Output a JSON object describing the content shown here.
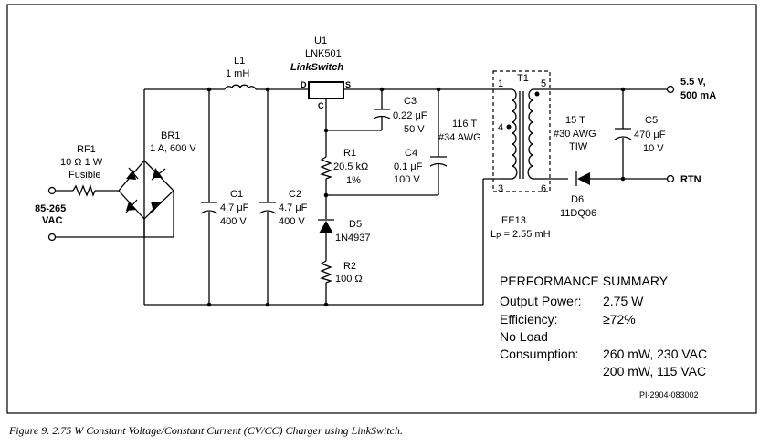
{
  "components": {
    "u1": {
      "ref": "U1",
      "part": "LNK501",
      "name": "LinkSwitch",
      "pin_d": "D",
      "pin_s": "S",
      "pin_c": "C"
    },
    "l1": {
      "ref": "L1",
      "value": "1 mH"
    },
    "rf1": {
      "ref": "RF1",
      "value": "10 Ω 1 W",
      "note": "Fusible"
    },
    "br1": {
      "ref": "BR1",
      "value": "1 A, 600 V"
    },
    "c1": {
      "ref": "C1",
      "value1": "4.7 μF",
      "value2": "400 V"
    },
    "c2": {
      "ref": "C2",
      "value1": "4.7 μF",
      "value2": "400 V"
    },
    "c3": {
      "ref": "C3",
      "value1": "0.22 μF",
      "value2": "50 V"
    },
    "c4": {
      "ref": "C4",
      "value1": "0.1 μF",
      "value2": "100 V"
    },
    "c5": {
      "ref": "C5",
      "value1": "470 μF",
      "value2": "10 V"
    },
    "r1": {
      "ref": "R1",
      "value1": "20.5 kΩ",
      "value2": "1%"
    },
    "r2": {
      "ref": "R2",
      "value": "100 Ω"
    },
    "d5": {
      "ref": "D5",
      "part": "1N4937"
    },
    "d6": {
      "ref": "D6",
      "part": "11DQ06"
    },
    "t1": {
      "ref": "T1",
      "core": "EE13",
      "lp": "L",
      "lp_sub": "P",
      "lp_value": " = 2.55 mH",
      "pri_turns": "116 T",
      "pri_wire": "#34 AWG",
      "sec_turns": "15 T",
      "sec_wire": "#30 AWG",
      "sec_type": "TIW",
      "pins": [
        "1",
        "4",
        "3",
        "5",
        "6"
      ]
    }
  },
  "io": {
    "input_label1": "85-265",
    "input_label2": "VAC",
    "output_label1": "5.5 V,",
    "output_label2": "500 mA",
    "return_label": "RTN"
  },
  "performance": {
    "title": "PERFORMANCE SUMMARY",
    "rows": [
      {
        "label": "Output Power:",
        "value": "2.75 W"
      },
      {
        "label": "Efficiency:",
        "value": "≥72%"
      },
      {
        "label": "No Load",
        "value": ""
      },
      {
        "label": "Consumption:",
        "value": "260 mW, 230 VAC"
      },
      {
        "label": "",
        "value": "200 mW, 115 VAC"
      }
    ]
  },
  "drawing_id": "PI-2904-083002",
  "caption": "Figure 9.  2.75 W Constant Voltage/Constant Current (CV/CC) Charger using LinkSwitch."
}
